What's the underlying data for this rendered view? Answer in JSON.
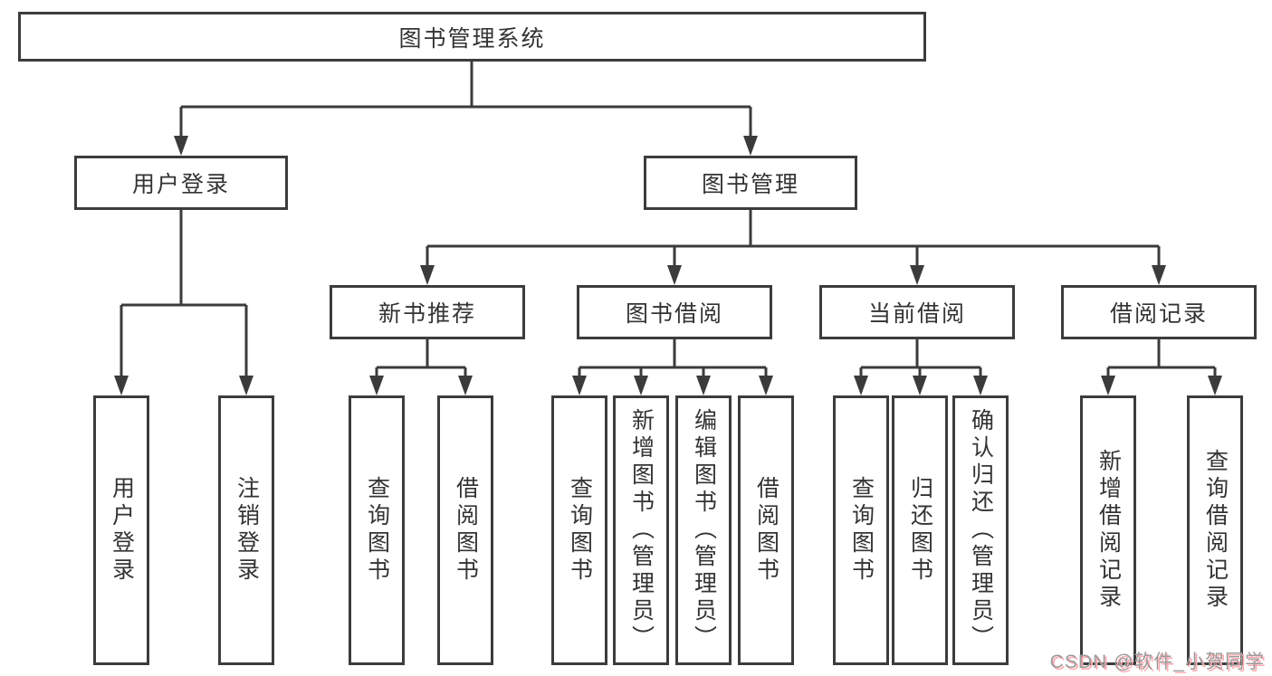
{
  "tree": {
    "root": {
      "label": "图书管理系统"
    },
    "level1": [
      {
        "label": "用户登录"
      },
      {
        "label": "图书管理"
      }
    ],
    "level2": [
      {
        "label": "新书推荐"
      },
      {
        "label": "图书借阅"
      },
      {
        "label": "当前借阅"
      },
      {
        "label": "借阅记录"
      }
    ],
    "leaves": {
      "user": [
        "用户登录",
        "注销登录"
      ],
      "recommend": [
        "查询图书",
        "借阅图书"
      ],
      "borrow": [
        "查询图书",
        "新增图书（管理员）",
        "编辑图书（管理员）",
        "借阅图书"
      ],
      "current": [
        "查询图书",
        "归还图书",
        "确认归还（管理员）"
      ],
      "record": [
        "新增借阅记录",
        "查询借阅记录"
      ]
    }
  },
  "watermark": {
    "text": "CSDN @软件_小贺同学"
  },
  "colors": {
    "line": "#3b3b3b",
    "box_border": "#3c3c3c",
    "text": "#333333",
    "watermark_text": "#9b9b9b",
    "watermark_shadow": "#ffacb2"
  }
}
